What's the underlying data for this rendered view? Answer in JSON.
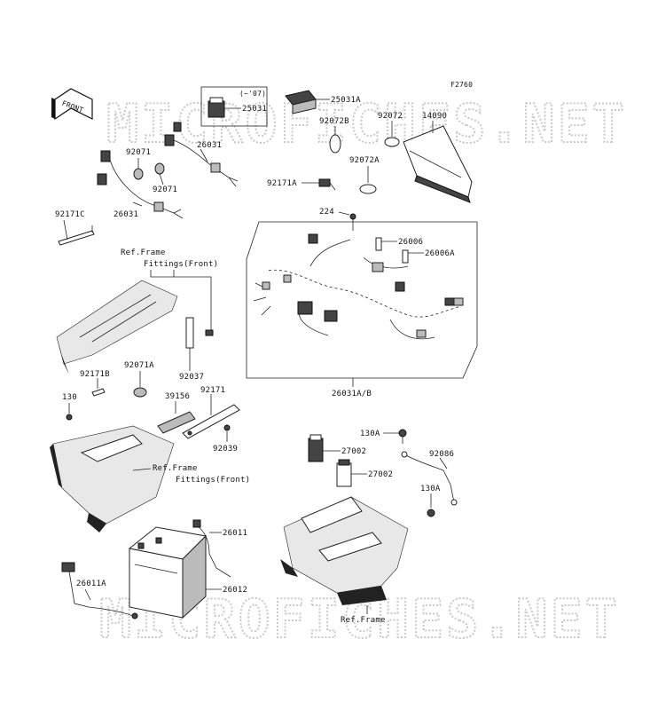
{
  "figure": {
    "code": "F2760",
    "front_arrow": "FRONT"
  },
  "watermark": {
    "text": "MICROFICHES.NET"
  },
  "inset": {
    "note": "(~'07)"
  },
  "labels": {
    "p25031": "25031",
    "p25031a": "25031A",
    "p92072b": "92072B",
    "p92072": "92072",
    "p14090": "14090",
    "p92071_top": "92071",
    "p92071_bot": "92071",
    "p26031_top": "26031",
    "p26031_bot": "26031",
    "p92072a": "92072A",
    "p92171a": "92171A",
    "p92171c": "92171C",
    "p224": "224",
    "p26006": "26006",
    "p26006a": "26006A",
    "p26031ab": "26031A/B",
    "ref_frame_top_1": "Ref.Frame",
    "ref_frame_top_2": "Fittings(Front)",
    "p92171b": "92171B",
    "p92071a": "92071A",
    "p130": "130",
    "p92037": "92037",
    "p39156": "39156",
    "p92171": "92171",
    "p92039": "92039",
    "ref_frame_mid_1": "Ref.Frame",
    "ref_frame_mid_2": "Fittings(Front)",
    "p130a_top": "130A",
    "p27002_a": "27002",
    "p27002_b": "27002",
    "p92086": "92086",
    "p130a_bot": "130A",
    "p26011": "26011",
    "p26011a": "26011A",
    "p26012": "26012",
    "ref_frame_bot": "Ref.Frame"
  }
}
